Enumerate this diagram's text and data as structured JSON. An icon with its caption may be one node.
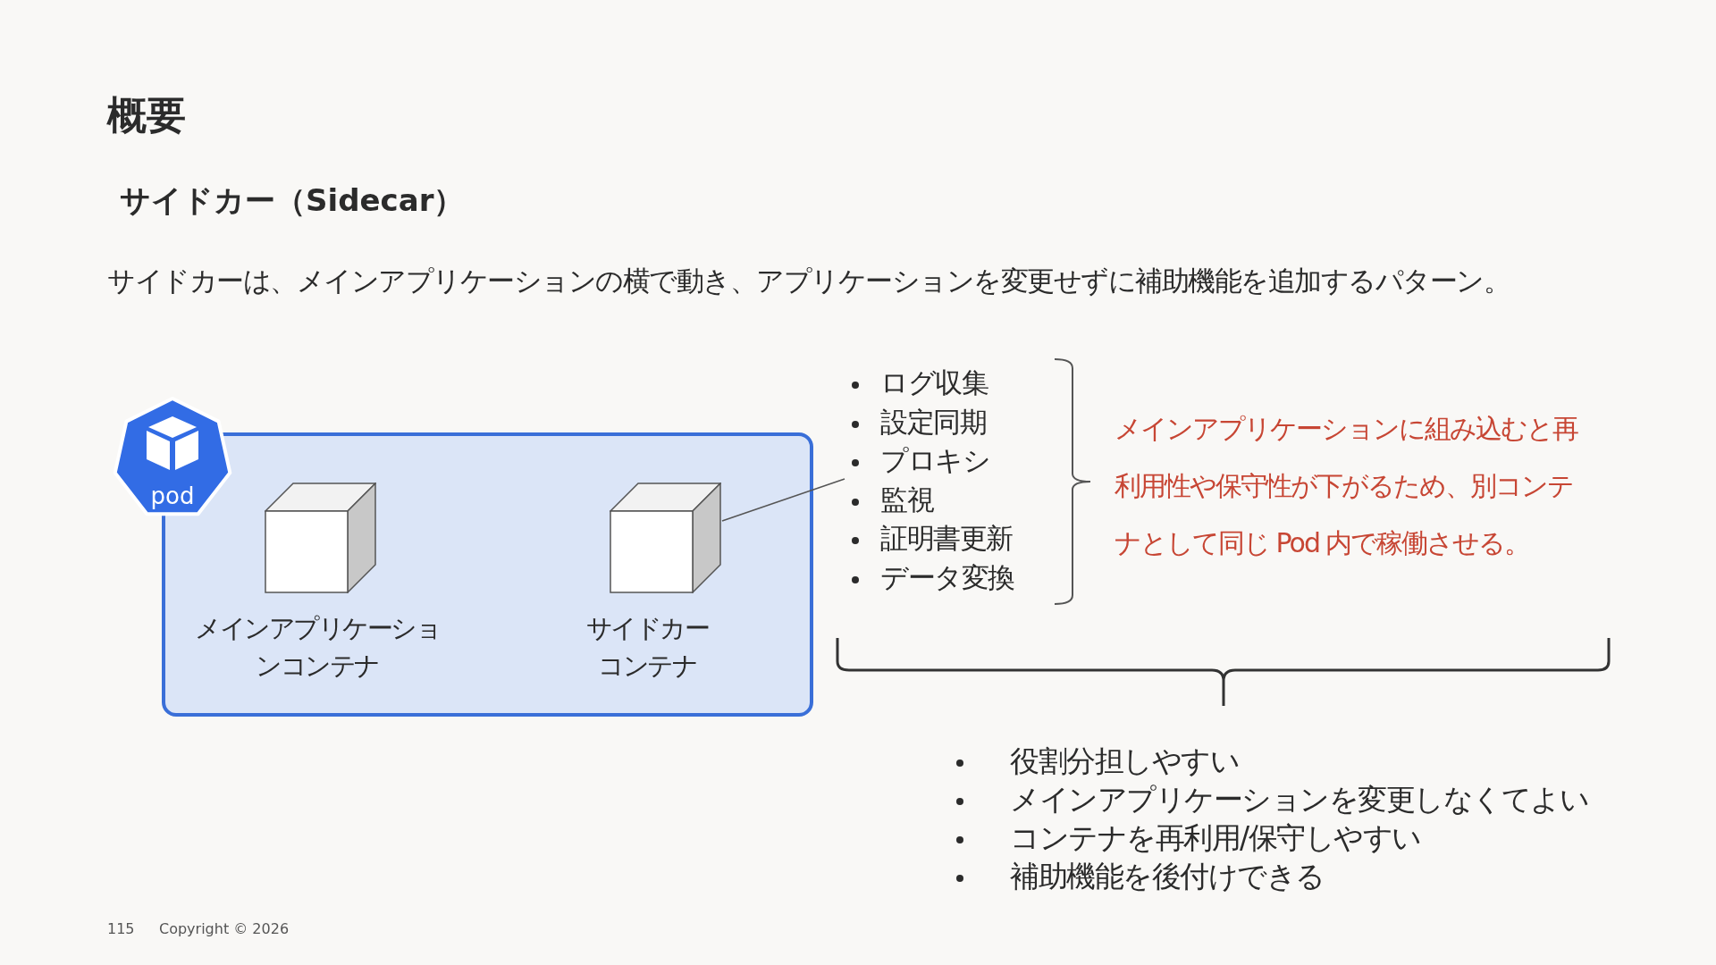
{
  "diagram": {
    "title": "概要",
    "nodes": [
      {
        "text": [
          "pod"
        ]
      },
      {
        "text": [
          "メインアプリケーションコンテナ"
        ],
        "in": 0
      },
      {
        "text": [
          "サイドカーコンテナ"
        ],
        "in": 0
      },
      {
        "text": [
          "ログ収集",
          "設定同期",
          "プロキシ",
          "監視",
          "証明書更新",
          "データ変換"
        ]
      }
    ],
    "edges": [
      {
        "from": 2,
        "to": 3,
        "arrow": "none"
      }
    ],
    "labels": [
      "サイドカー（Sidecar）",
      "サイドカーは、メインアプリケーションの横で動き、アプリケーションを変更せずに補助機能を追加するパターン。",
      "メインアプリケーションに組み込むと再利用性や保守性が下がるため、別コンテナとして同じ Pod 内で稼働させる。",
      "役割分担しやすい",
      "メインアプリケーションを変更しなくてよい",
      "コンテナを再利用/保守しやすい",
      "補助機能を後付けできる",
      "115",
      "Copyright © 2026"
    ]
  }
}
